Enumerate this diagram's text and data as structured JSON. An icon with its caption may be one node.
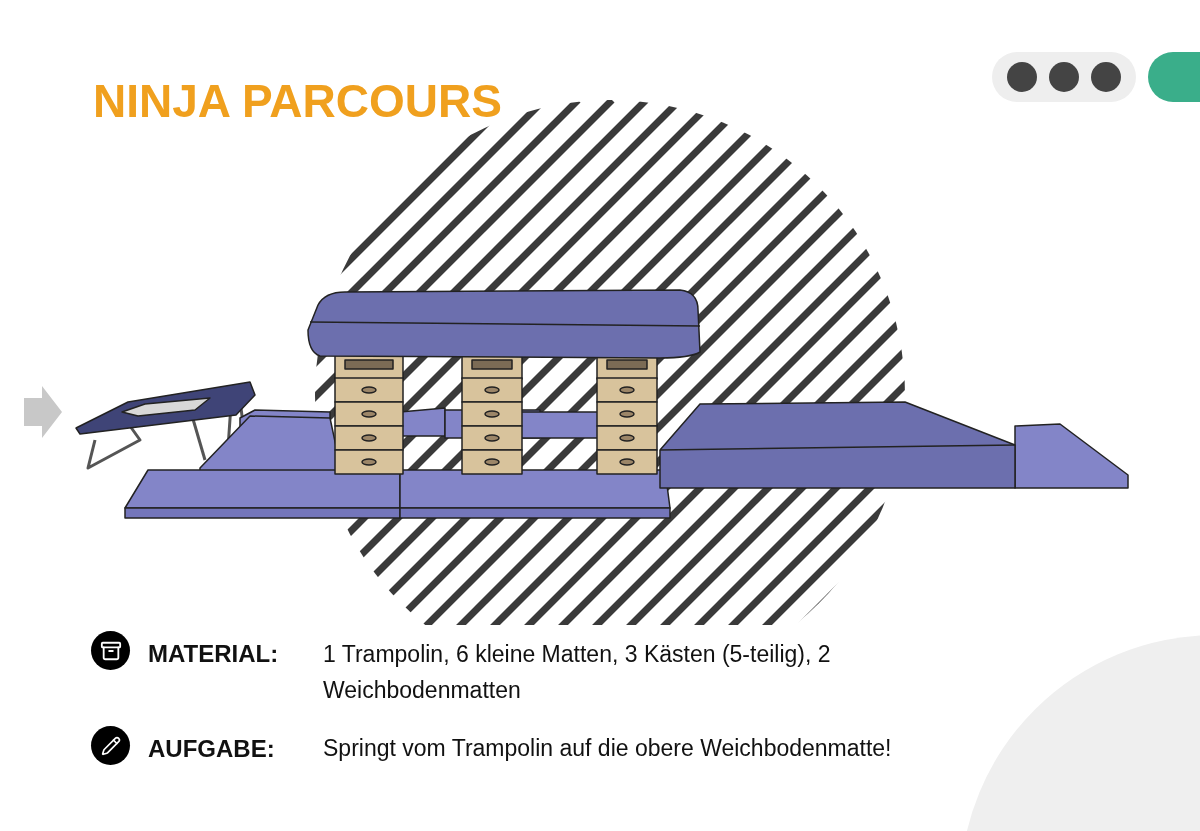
{
  "diagram": {
    "title": "NINJA PARCOURS",
    "labels": [
      "MATERIAL:",
      "1 Trampolin, 6 kleine Matten, 3 Kästen (5-teilig), 2 Weichbodenmatten",
      "AUFGABE:",
      "Springt vom Trampolin auf die obere Weichbodenmatte!"
    ]
  }
}
